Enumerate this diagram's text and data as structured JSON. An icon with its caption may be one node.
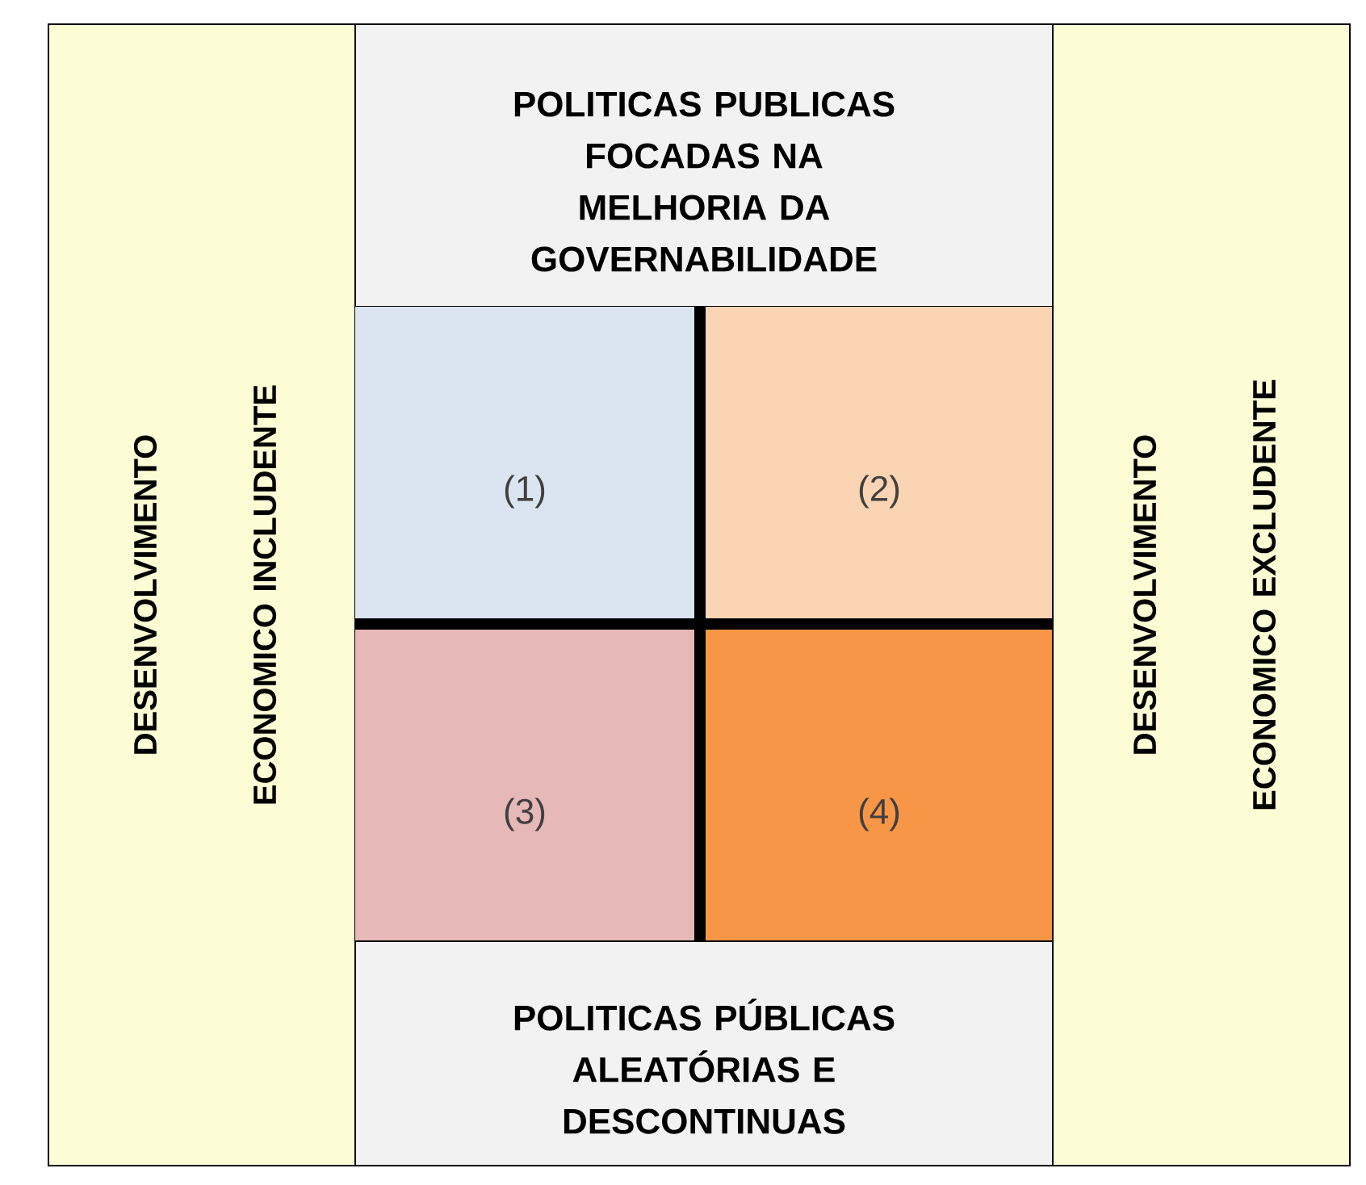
{
  "diagram": {
    "nodes": [
      {
        "text": [
          "DESENVOLVIMENTO ECONOMICO INCLUDENTE"
        ]
      },
      {
        "text": [
          "POLITICAS PUBLICAS FOCADAS NA MELHORIA DA GOVERNABILIDADE"
        ]
      },
      {
        "text": [
          "(1)"
        ]
      },
      {
        "text": [
          "(2)"
        ]
      },
      {
        "text": [
          "(3)"
        ]
      },
      {
        "text": [
          "(4)"
        ]
      },
      {
        "text": [
          "POLITICAS PÚBLICAS ALEATÓRIAS E DESCONTINUAS"
        ]
      },
      {
        "text": [
          "DESENVOLVIMENTO ECONOMICO EXCLUDENTE"
        ]
      }
    ]
  }
}
